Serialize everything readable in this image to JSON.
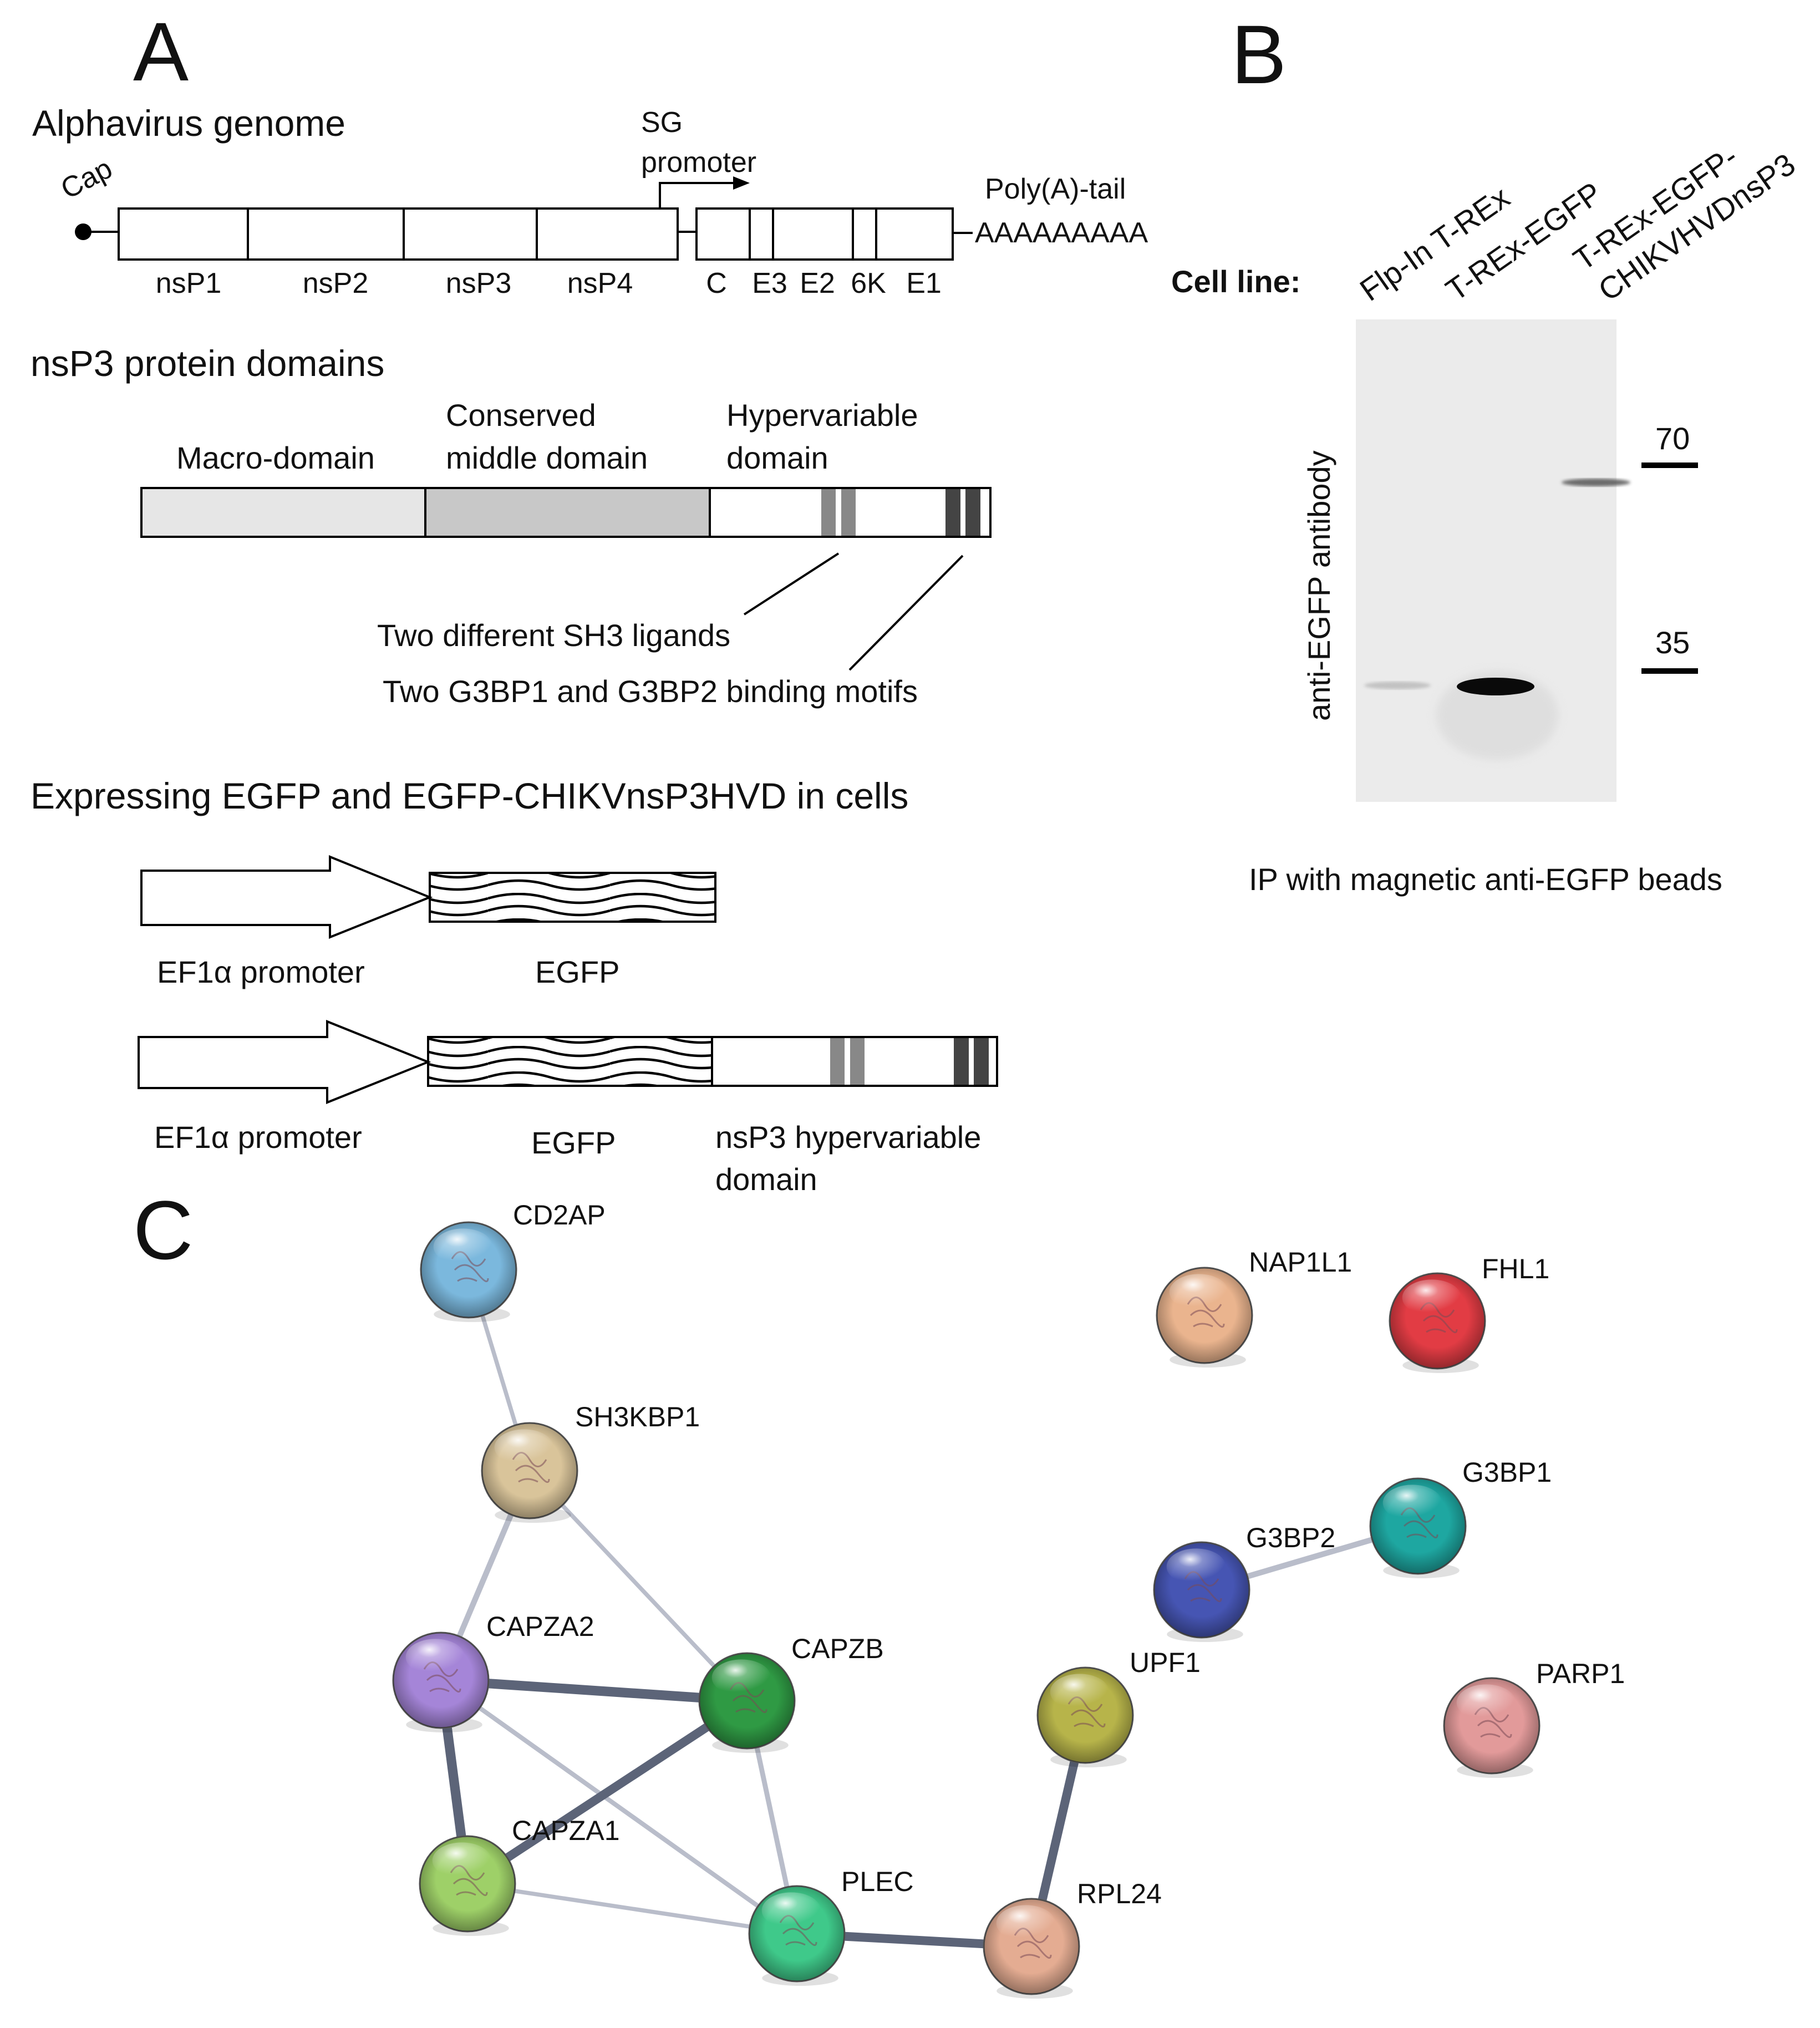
{
  "panel_a": {
    "letter": "A",
    "genome": {
      "title": "Alphavirus genome",
      "cap": "Cap",
      "sg_promoter": [
        "SG",
        "promoter"
      ],
      "polya": "Poly(A)-tail",
      "polya_seq": "AAAAAAAAA",
      "segments": [
        "nsP1",
        "nsP2",
        "nsP3",
        "nsP4",
        "C",
        "E3",
        "E2",
        "6K",
        "E1"
      ]
    },
    "domains": {
      "title": "nsP3 protein domains",
      "macro": "Macro-domain",
      "conserved": [
        "Conserved",
        "middle domain"
      ],
      "hypervariable": [
        "Hypervariable",
        "domain"
      ],
      "sh3_note": "Two different SH3 ligands",
      "g3bp_note": "Two G3BP1 and G3BP2 binding motifs",
      "colors": {
        "macro": "#e6e6e6",
        "conserved": "#c8c8c8",
        "sh3": "#888888",
        "g3bp": "#444444"
      }
    },
    "expression": {
      "title": "Expressing EGFP and EGFP-CHIKVnsP3HVD in cells",
      "promoter1": "EF1α promoter",
      "egfp1": "EGFP",
      "promoter2": "EF1α promoter",
      "egfp2": "EGFP",
      "hvd": [
        "nsP3 hypervariable",
        "domain"
      ]
    }
  },
  "panel_b": {
    "letter": "B",
    "cell_line_label": "Cell line:",
    "lanes": [
      "Flp-In T-REx",
      "T-REx-EGFP",
      "T-REx-EGFP-",
      "CHIKVHVDnsP3"
    ],
    "antibody": "anti-EGFP antibody",
    "markers": [
      "70",
      "35"
    ],
    "caption": "IP with magnetic anti-EGFP beads"
  },
  "panel_c": {
    "letter": "C",
    "nodes": [
      {
        "id": "CD2AP",
        "label": "CD2AP",
        "color": "#7bb8dd"
      },
      {
        "id": "SH3KBP1",
        "label": "SH3KBP1",
        "color": "#d9c49a"
      },
      {
        "id": "CAPZA2",
        "label": "CAPZA2",
        "color": "#a585d8"
      },
      {
        "id": "CAPZB",
        "label": "CAPZB",
        "color": "#2f9a44"
      },
      {
        "id": "CAPZA1",
        "label": "CAPZA1",
        "color": "#9ed068"
      },
      {
        "id": "PLEC",
        "label": "PLEC",
        "color": "#3fc98a"
      },
      {
        "id": "RPL24",
        "label": "RPL24",
        "color": "#e4ac92"
      },
      {
        "id": "UPF1",
        "label": "UPF1",
        "color": "#b7b44a"
      },
      {
        "id": "G3BP2",
        "label": "G3BP2",
        "color": "#4655b3"
      },
      {
        "id": "G3BP1",
        "label": "G3BP1",
        "color": "#1ea7a1"
      },
      {
        "id": "PARP1",
        "label": "PARP1",
        "color": "#e29a9a"
      },
      {
        "id": "NAP1L1",
        "label": "NAP1L1",
        "color": "#eab48e"
      },
      {
        "id": "FHL1",
        "label": "FHL1",
        "color": "#e23c44"
      }
    ],
    "edges": [
      {
        "from": "CD2AP",
        "to": "SH3KBP1",
        "weight": 0.25
      },
      {
        "from": "SH3KBP1",
        "to": "CAPZA2",
        "weight": 0.45
      },
      {
        "from": "SH3KBP1",
        "to": "CAPZB",
        "weight": 0.25
      },
      {
        "from": "CAPZA2",
        "to": "CAPZB",
        "weight": 0.95
      },
      {
        "from": "CAPZA2",
        "to": "CAPZA1",
        "weight": 0.95
      },
      {
        "from": "CAPZA2",
        "to": "PLEC",
        "weight": 0.3
      },
      {
        "from": "CAPZB",
        "to": "CAPZA1",
        "weight": 0.85
      },
      {
        "from": "CAPZB",
        "to": "PLEC",
        "weight": 0.35
      },
      {
        "from": "CAPZA1",
        "to": "PLEC",
        "weight": 0.25
      },
      {
        "from": "PLEC",
        "to": "RPL24",
        "weight": 0.85
      },
      {
        "from": "RPL24",
        "to": "UPF1",
        "weight": 0.85
      },
      {
        "from": "G3BP2",
        "to": "G3BP1",
        "weight": 0.45
      }
    ]
  }
}
